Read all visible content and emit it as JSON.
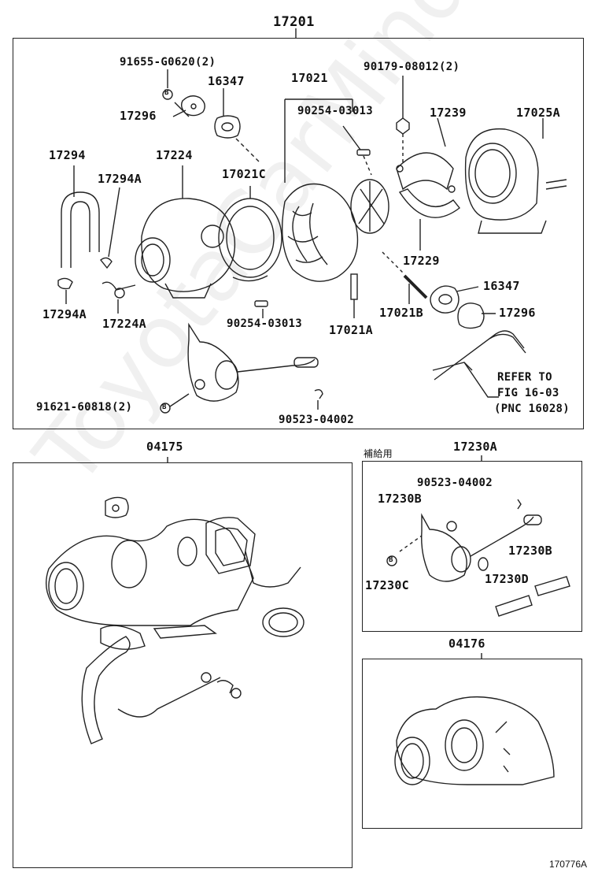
{
  "watermark": "ToyotaCarMinder.ru",
  "figure_id": "170776A",
  "main_assembly": {
    "number": "17201",
    "parts": {
      "p91655": "91655-G0620(2)",
      "p16347_top": "16347",
      "p17296_top": "17296",
      "p17021": "17021",
      "p90254_top": "90254-03013",
      "p90179": "90179-08012(2)",
      "p17239": "17239",
      "p17025A": "17025A",
      "p17294": "17294",
      "p17224": "17224",
      "p17021C": "17021C",
      "p17294A": "17294A",
      "p17229": "17229",
      "p16347_bot": "16347",
      "p17296_bot": "17296",
      "p17294A_b": "17294A",
      "p17224A": "17224A",
      "p90254_bot": "90254-03013",
      "p17021A": "17021A",
      "p17021B": "17021B",
      "p91621": "91621-60818(2)",
      "p90523": "90523-04002",
      "refer1": "REFER TO",
      "refer2": "FIG 16-03",
      "refer3": "(PNC 16028)",
      "marker_b": "B"
    }
  },
  "kit_04175": {
    "number": "04175"
  },
  "kit_17230A": {
    "number": "17230A",
    "supply_note": "補給用",
    "parts": {
      "p90523": "90523-04002",
      "p17230B_top": "17230B",
      "p17230B_right": "17230B",
      "p17230C": "17230C",
      "p17230D": "17230D",
      "marker_b": "B"
    }
  },
  "kit_04176": {
    "number": "04176"
  }
}
